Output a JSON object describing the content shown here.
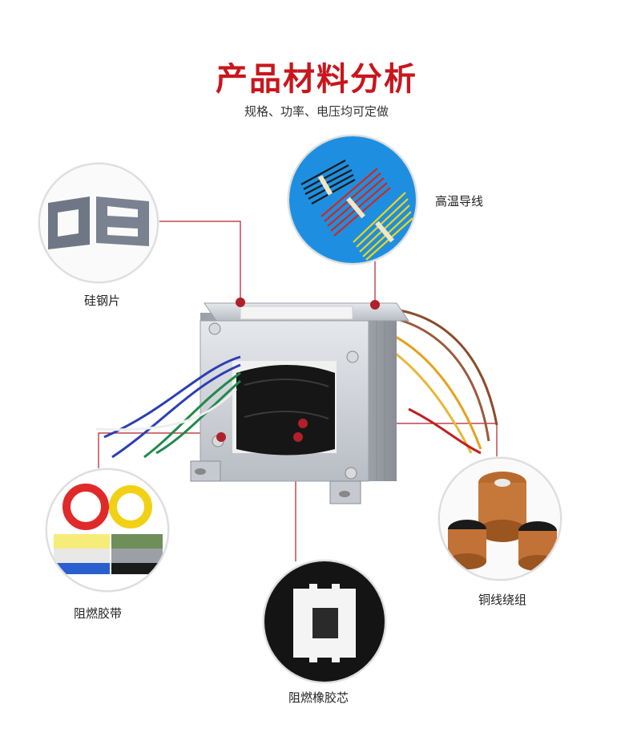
{
  "header": {
    "title": "产品材料分析",
    "subtitle": "规格、功率、电压均可定做"
  },
  "materials": {
    "silicon_steel": "硅钢片",
    "high_temp_wire": "高温导线",
    "flame_tape": "阻燃胶带",
    "flame_bobbin": "阻燃橡胶芯",
    "copper_winding": "铜线绕组"
  },
  "colors": {
    "accent": "#c8161d",
    "callout_line": "#b0202a"
  }
}
